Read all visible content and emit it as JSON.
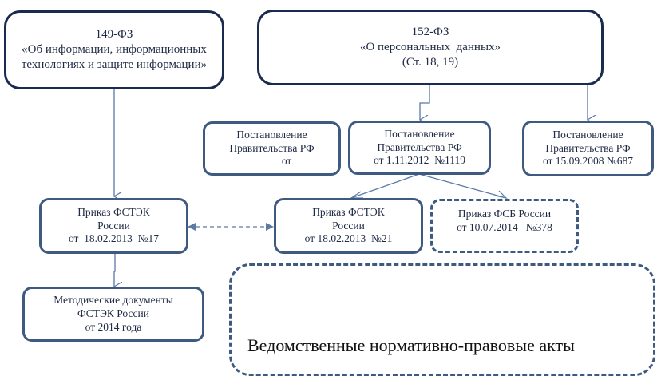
{
  "nodes": {
    "law149": {
      "lines": [
        "149-ФЗ",
        "«Об информации, информационных",
        "технологиях и защите информации»"
      ]
    },
    "law152": {
      "lines": [
        "152-ФЗ",
        "«О персональных  данных»",
        "(Ст. 18, 19)"
      ]
    },
    "gov_decree_blank": {
      "lines": [
        "Постановление",
        "Правительства РФ",
        "           от"
      ]
    },
    "gov_decree_1119": {
      "lines": [
        "Постановление",
        "Правительства РФ",
        "от 1.11.2012  №1119"
      ]
    },
    "gov_decree_687": {
      "lines": [
        "Постановление",
        "Правительства РФ",
        "от 15.09.2008 №687"
      ]
    },
    "fstec_order_17": {
      "lines": [
        "Приказ ФСТЭК",
        "России",
        "от  18.02.2013  №17"
      ]
    },
    "fstec_order_21": {
      "lines": [
        "Приказ ФСТЭК",
        "России",
        "от 18.02.2013  №21"
      ]
    },
    "fsb_order_378": {
      "lines": [
        "Приказ ФСБ России",
        "от 10.07.2014   №378"
      ]
    },
    "fstec_method_docs": {
      "lines": [
        "Методические документы",
        "ФСТЭК России",
        "от 2014 года"
      ]
    },
    "departmental_acts": {
      "label": "Ведомственные нормативно-правовые акты"
    }
  },
  "edges": [
    {
      "from": "law149",
      "to": "fstec_order_17",
      "style": "solid"
    },
    {
      "from": "law152",
      "to": "gov_decree_1119",
      "style": "solid"
    },
    {
      "from": "law152",
      "to": "gov_decree_687",
      "style": "solid"
    },
    {
      "from": "gov_decree_1119",
      "to": "fstec_order_21",
      "style": "solid"
    },
    {
      "from": "gov_decree_1119",
      "to": "fsb_order_378",
      "style": "solid"
    },
    {
      "from": "fstec_order_17",
      "to": "fstec_order_21",
      "style": "dashed-bidirectional"
    },
    {
      "from": "fstec_order_17",
      "to": "fstec_method_docs",
      "style": "solid"
    }
  ],
  "colors": {
    "law_border": "#1b2b4f",
    "reg_border": "#3f5a80",
    "connector": "#5b7aa6"
  }
}
